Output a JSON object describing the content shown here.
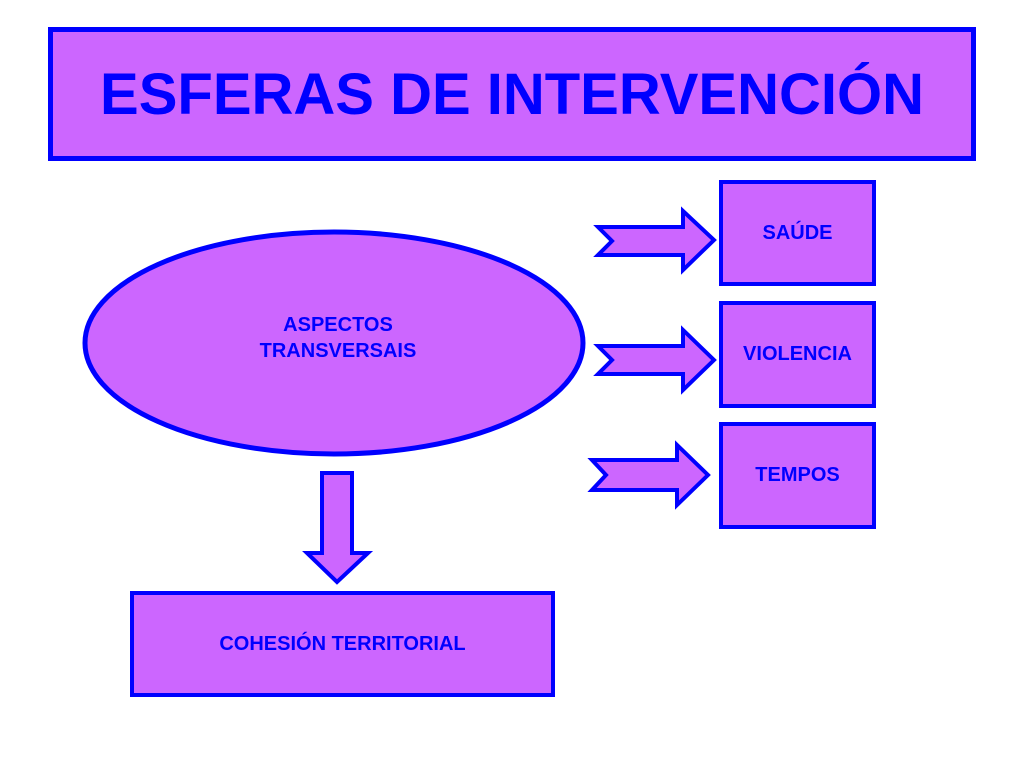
{
  "title": "ESFERAS DE INTERVENCIÓN",
  "center": {
    "line1": "ASPECTOS",
    "line2": "TRANSVERSAIS"
  },
  "spheres": {
    "saude": "SAÚDE",
    "violencia": "VIOLENCIA",
    "tempos": "TEMPOS"
  },
  "bottom": "COHESIÓN TERRITORIAL",
  "colors": {
    "fill": "#cc66ff",
    "stroke": "#0000ff"
  }
}
